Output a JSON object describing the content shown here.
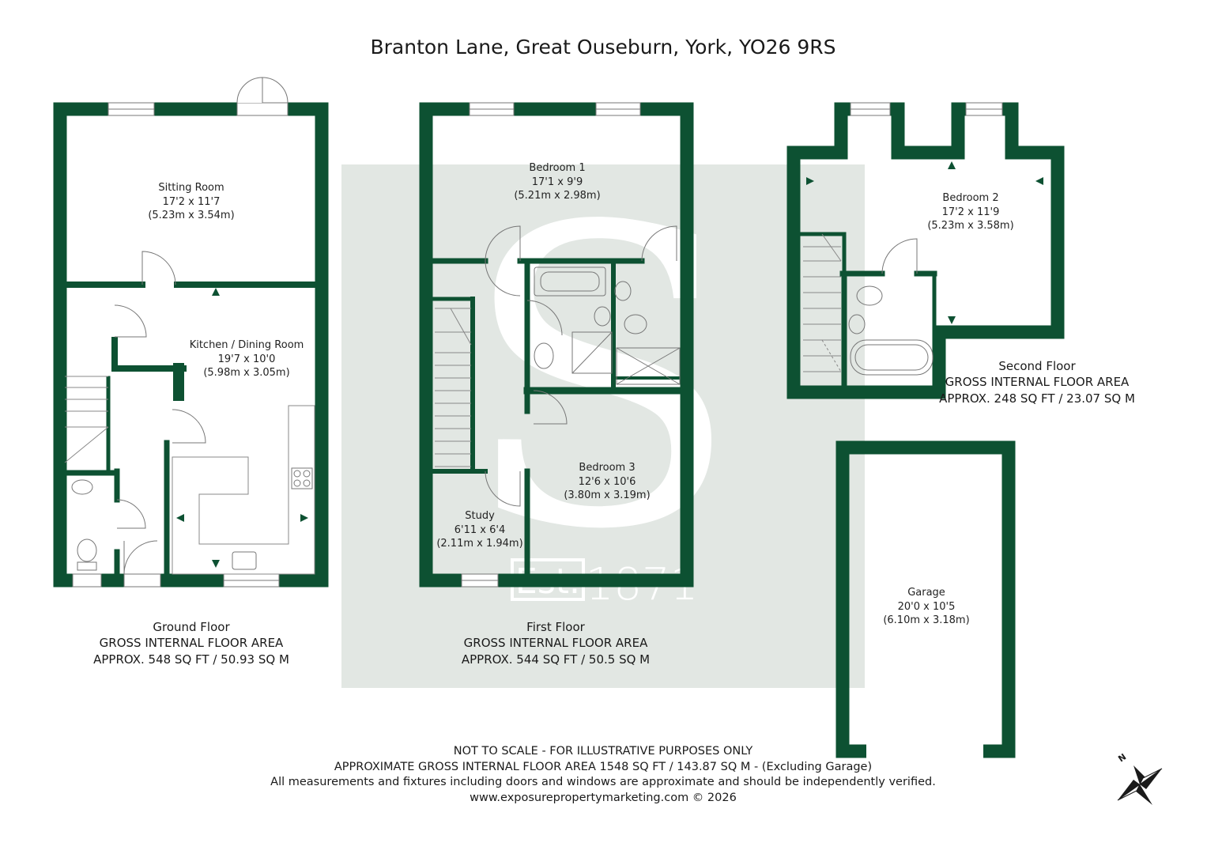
{
  "title": "Branton Lane, Great Ouseburn, York, YO26 9RS",
  "colors": {
    "wall": "#0d5132",
    "watermark": "#e2e7e3",
    "text": "#1a1a1a"
  },
  "watermark": {
    "est": "Est.",
    "year": "1871",
    "letter": "S"
  },
  "rooms": {
    "sitting": {
      "name": "Sitting Room",
      "imperial": "17'2 x 11'7",
      "metric": "(5.23m x 3.54m)"
    },
    "kitchen": {
      "name": "Kitchen / Dining Room",
      "imperial": "19'7 x 10'0",
      "metric": "(5.98m x 3.05m)"
    },
    "bedroom1": {
      "name": "Bedroom 1",
      "imperial": "17'1 x 9'9",
      "metric": "(5.21m x 2.98m)"
    },
    "bedroom3": {
      "name": "Bedroom 3",
      "imperial": "12'6 x 10'6",
      "metric": "(3.80m x 3.19m)"
    },
    "study": {
      "name": "Study",
      "imperial": "6'11 x 6'4",
      "metric": "(2.11m x 1.94m)"
    },
    "bedroom2": {
      "name": "Bedroom 2",
      "imperial": "17'2 x 11'9",
      "metric": "(5.23m x 3.58m)"
    },
    "garage": {
      "name": "Garage",
      "imperial": "20'0 x 10'5",
      "metric": "(6.10m x 3.18m)"
    }
  },
  "floors": {
    "ground": {
      "name": "Ground Floor",
      "label": "GROSS INTERNAL FLOOR AREA",
      "area": "APPROX. 548 SQ FT / 50.93 SQ M"
    },
    "first": {
      "name": "First Floor",
      "label": "GROSS INTERNAL FLOOR AREA",
      "area": "APPROX. 544 SQ FT / 50.5 SQ M"
    },
    "second": {
      "name": "Second Floor",
      "label": "GROSS INTERNAL FLOOR AREA",
      "area": "APPROX. 248 SQ FT / 23.07 SQ M"
    }
  },
  "footer": {
    "line1": "NOT TO SCALE - FOR ILLUSTRATIVE PURPOSES ONLY",
    "line2": "APPROXIMATE GROSS INTERNAL FLOOR AREA 1548 SQ FT / 143.87 SQ M - (Excluding Garage)",
    "line3": "All measurements and fixtures including doors and windows are approximate and should be independently verified.",
    "line4": "www.exposurepropertymarketing.com © 2026"
  },
  "compass": {
    "north": "N",
    "icon": "compass-icon"
  }
}
